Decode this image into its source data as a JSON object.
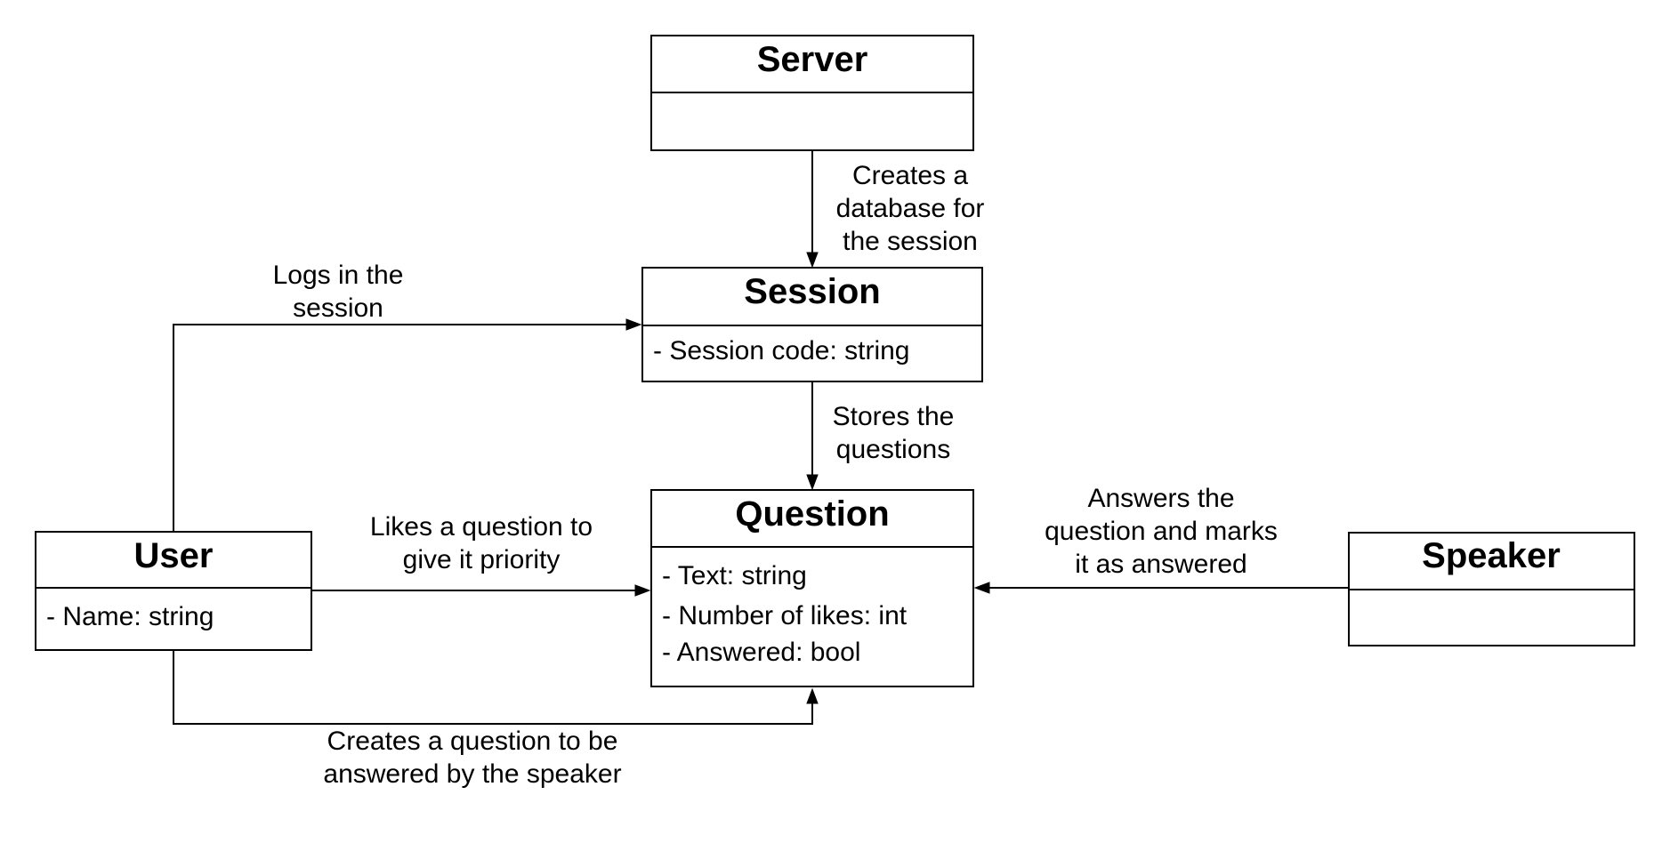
{
  "classes": {
    "server": {
      "name": "Server",
      "attributes": []
    },
    "session": {
      "name": "Session",
      "attributes": [
        "- Session code: string"
      ]
    },
    "question": {
      "name": "Question",
      "attributes": [
        "- Text: string",
        "- Number of likes: int",
        "- Answered: bool"
      ]
    },
    "user": {
      "name": "User",
      "attributes": [
        "- Name: string"
      ]
    },
    "speaker": {
      "name": "Speaker",
      "attributes": []
    }
  },
  "relations": {
    "server_session": {
      "from": "Server",
      "to": "Session",
      "label": [
        "Creates a",
        "database for",
        "the session"
      ]
    },
    "user_session": {
      "from": "User",
      "to": "Session",
      "label": [
        "Logs in the",
        "session"
      ]
    },
    "session_question": {
      "from": "Session",
      "to": "Question",
      "label": [
        "Stores the",
        "questions"
      ]
    },
    "user_likes_question": {
      "from": "User",
      "to": "Question",
      "label": [
        "Likes a question to",
        "give it priority"
      ]
    },
    "speaker_question": {
      "from": "Speaker",
      "to": "Question",
      "label": [
        "Answers the",
        "question and marks",
        "it as answered"
      ]
    },
    "user_creates_question": {
      "from": "User",
      "to": "Question",
      "label": [
        "Creates a question to be",
        "answered by the speaker"
      ]
    }
  }
}
